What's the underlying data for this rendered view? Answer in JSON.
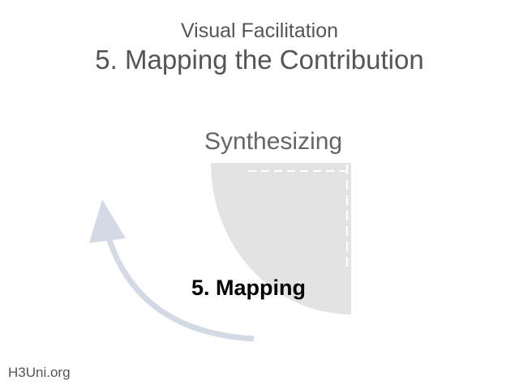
{
  "slide": {
    "subtitle": "Visual Facilitation",
    "title": "5. Mapping the Contribution",
    "stage_label": "Synthesizing",
    "step_label": "5. Mapping",
    "footer": "H3Uni.org"
  },
  "colors": {
    "quadrant": "#e3e3e3",
    "arrow": "#d3dae6",
    "title": "#555555"
  }
}
